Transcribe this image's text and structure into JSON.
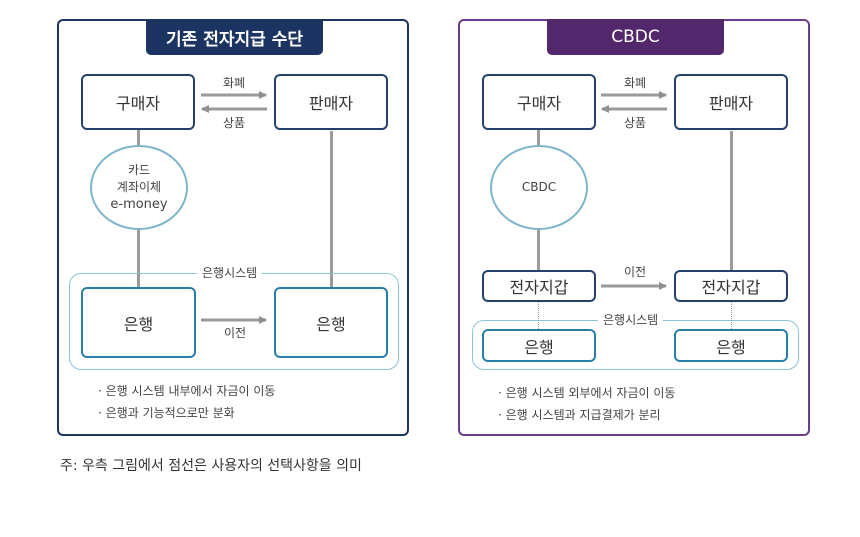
{
  "left_panel": {
    "title": "기존 전자지급 수단",
    "buyer": "구매자",
    "seller": "판매자",
    "arrow_top_label": "화폐",
    "arrow_bottom_label": "상품",
    "payment_means": [
      "카드",
      "계좌이체",
      "e-money"
    ],
    "bank_system_label": "은행시스템",
    "bank_left": "은행",
    "bank_right": "은행",
    "transfer_label": "이전",
    "notes": [
      "· 은행 시스템 내부에서 자금이 이동",
      "· 은행과 기능적으로만 분화"
    ],
    "border_color": "#1e3560",
    "title_color": "#1c3461"
  },
  "right_panel": {
    "title": "CBDC",
    "buyer": "구매자",
    "seller": "판매자",
    "arrow_top_label": "화폐",
    "arrow_bottom_label": "상품",
    "payment_means": [
      "CBDC"
    ],
    "wallet_left": "전자지갑",
    "wallet_right": "전자지갑",
    "transfer_label": "이전",
    "bank_system_label": "은행시스템",
    "bank_left": "은행",
    "bank_right": "은행",
    "notes": [
      "· 은행 시스템 외부에서 자금이 이동",
      "· 은행 시스템과 지급결제가 분리"
    ],
    "border_color": "#6b3e8c",
    "title_color": "#52276b"
  },
  "footnote": "주: 우측 그림에서 점선은 사용자의 선택사항을 의미"
}
